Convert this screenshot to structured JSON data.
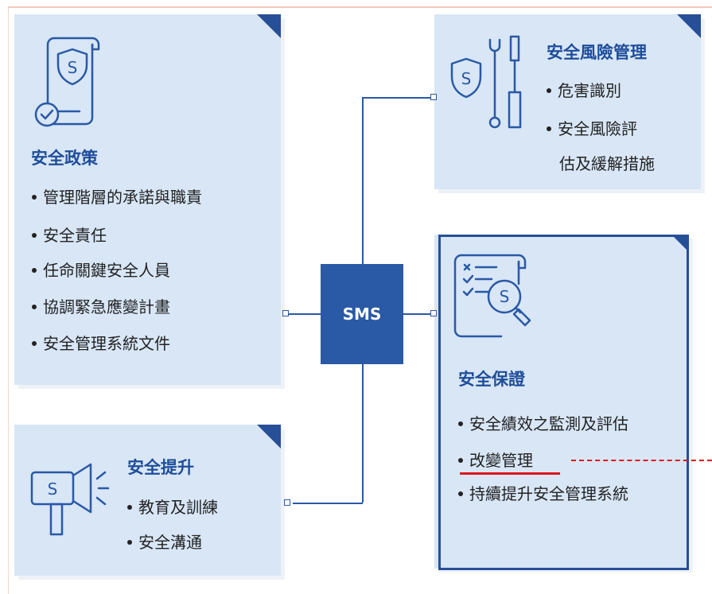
{
  "center": {
    "label": "SMS"
  },
  "panels": {
    "policy": {
      "title": "安全政策",
      "items": [
        "管理階層的承諾與職責",
        "安全責任",
        "任命關鍵安全人員",
        "協調緊急應變計畫",
        "安全管理系統文件"
      ]
    },
    "risk": {
      "title": "安全風險管理",
      "items": [
        "危害識別",
        "安全風險評"
      ],
      "continuation": "估及緩解措施"
    },
    "assurance": {
      "title": "安全保證",
      "items": [
        "安全績效之監測及評估",
        "改變管理",
        "持續提升安全管理系統"
      ]
    },
    "promotion": {
      "title": "安全提升",
      "items": [
        "教育及訓練",
        "安全溝通"
      ]
    }
  },
  "icons": {
    "policy": "shield-document-check-icon",
    "risk": "shield-tools-icon",
    "assurance": "checklist-magnifier-icon",
    "promotion": "megaphone-icon",
    "shield_letter": "S"
  },
  "colors": {
    "panel": "#d8e6f6",
    "accent": "#2a59a5",
    "title": "#1f4d9a",
    "highlight": "#e0141c"
  }
}
